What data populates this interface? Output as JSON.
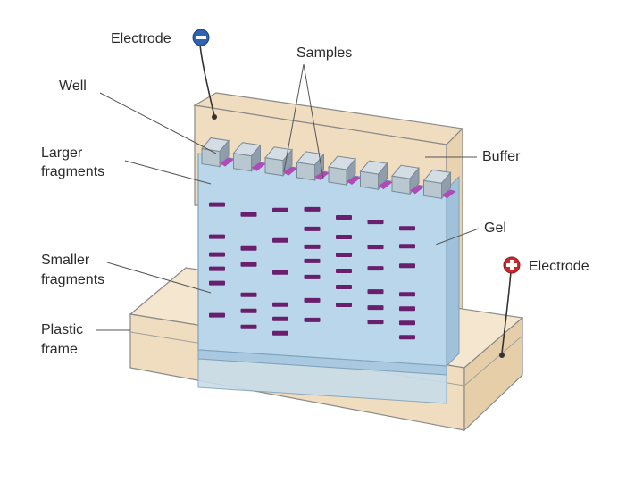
{
  "labels": {
    "electrode_neg": "Electrode",
    "electrode_pos": "Electrode",
    "samples": "Samples",
    "well": "Well",
    "larger_1": "Larger",
    "larger_2": "fragments",
    "buffer": "Buffer",
    "gel": "Gel",
    "smaller_1": "Smaller",
    "smaller_2": "fragments",
    "plastic_1": "Plastic",
    "plastic_2": "frame"
  },
  "icons": {
    "negative": "minus-circle-icon",
    "positive": "plus-circle-icon"
  },
  "colors": {
    "gel": "#b9d6ea",
    "gel_dark": "#9fc1da",
    "buffer": "#f0dcbf",
    "frame_edge": "#8a8a8a",
    "band": "#6a1f6e",
    "sample": "#b04ab8",
    "negative": "#2d63b0",
    "positive": "#cc2a2a"
  }
}
